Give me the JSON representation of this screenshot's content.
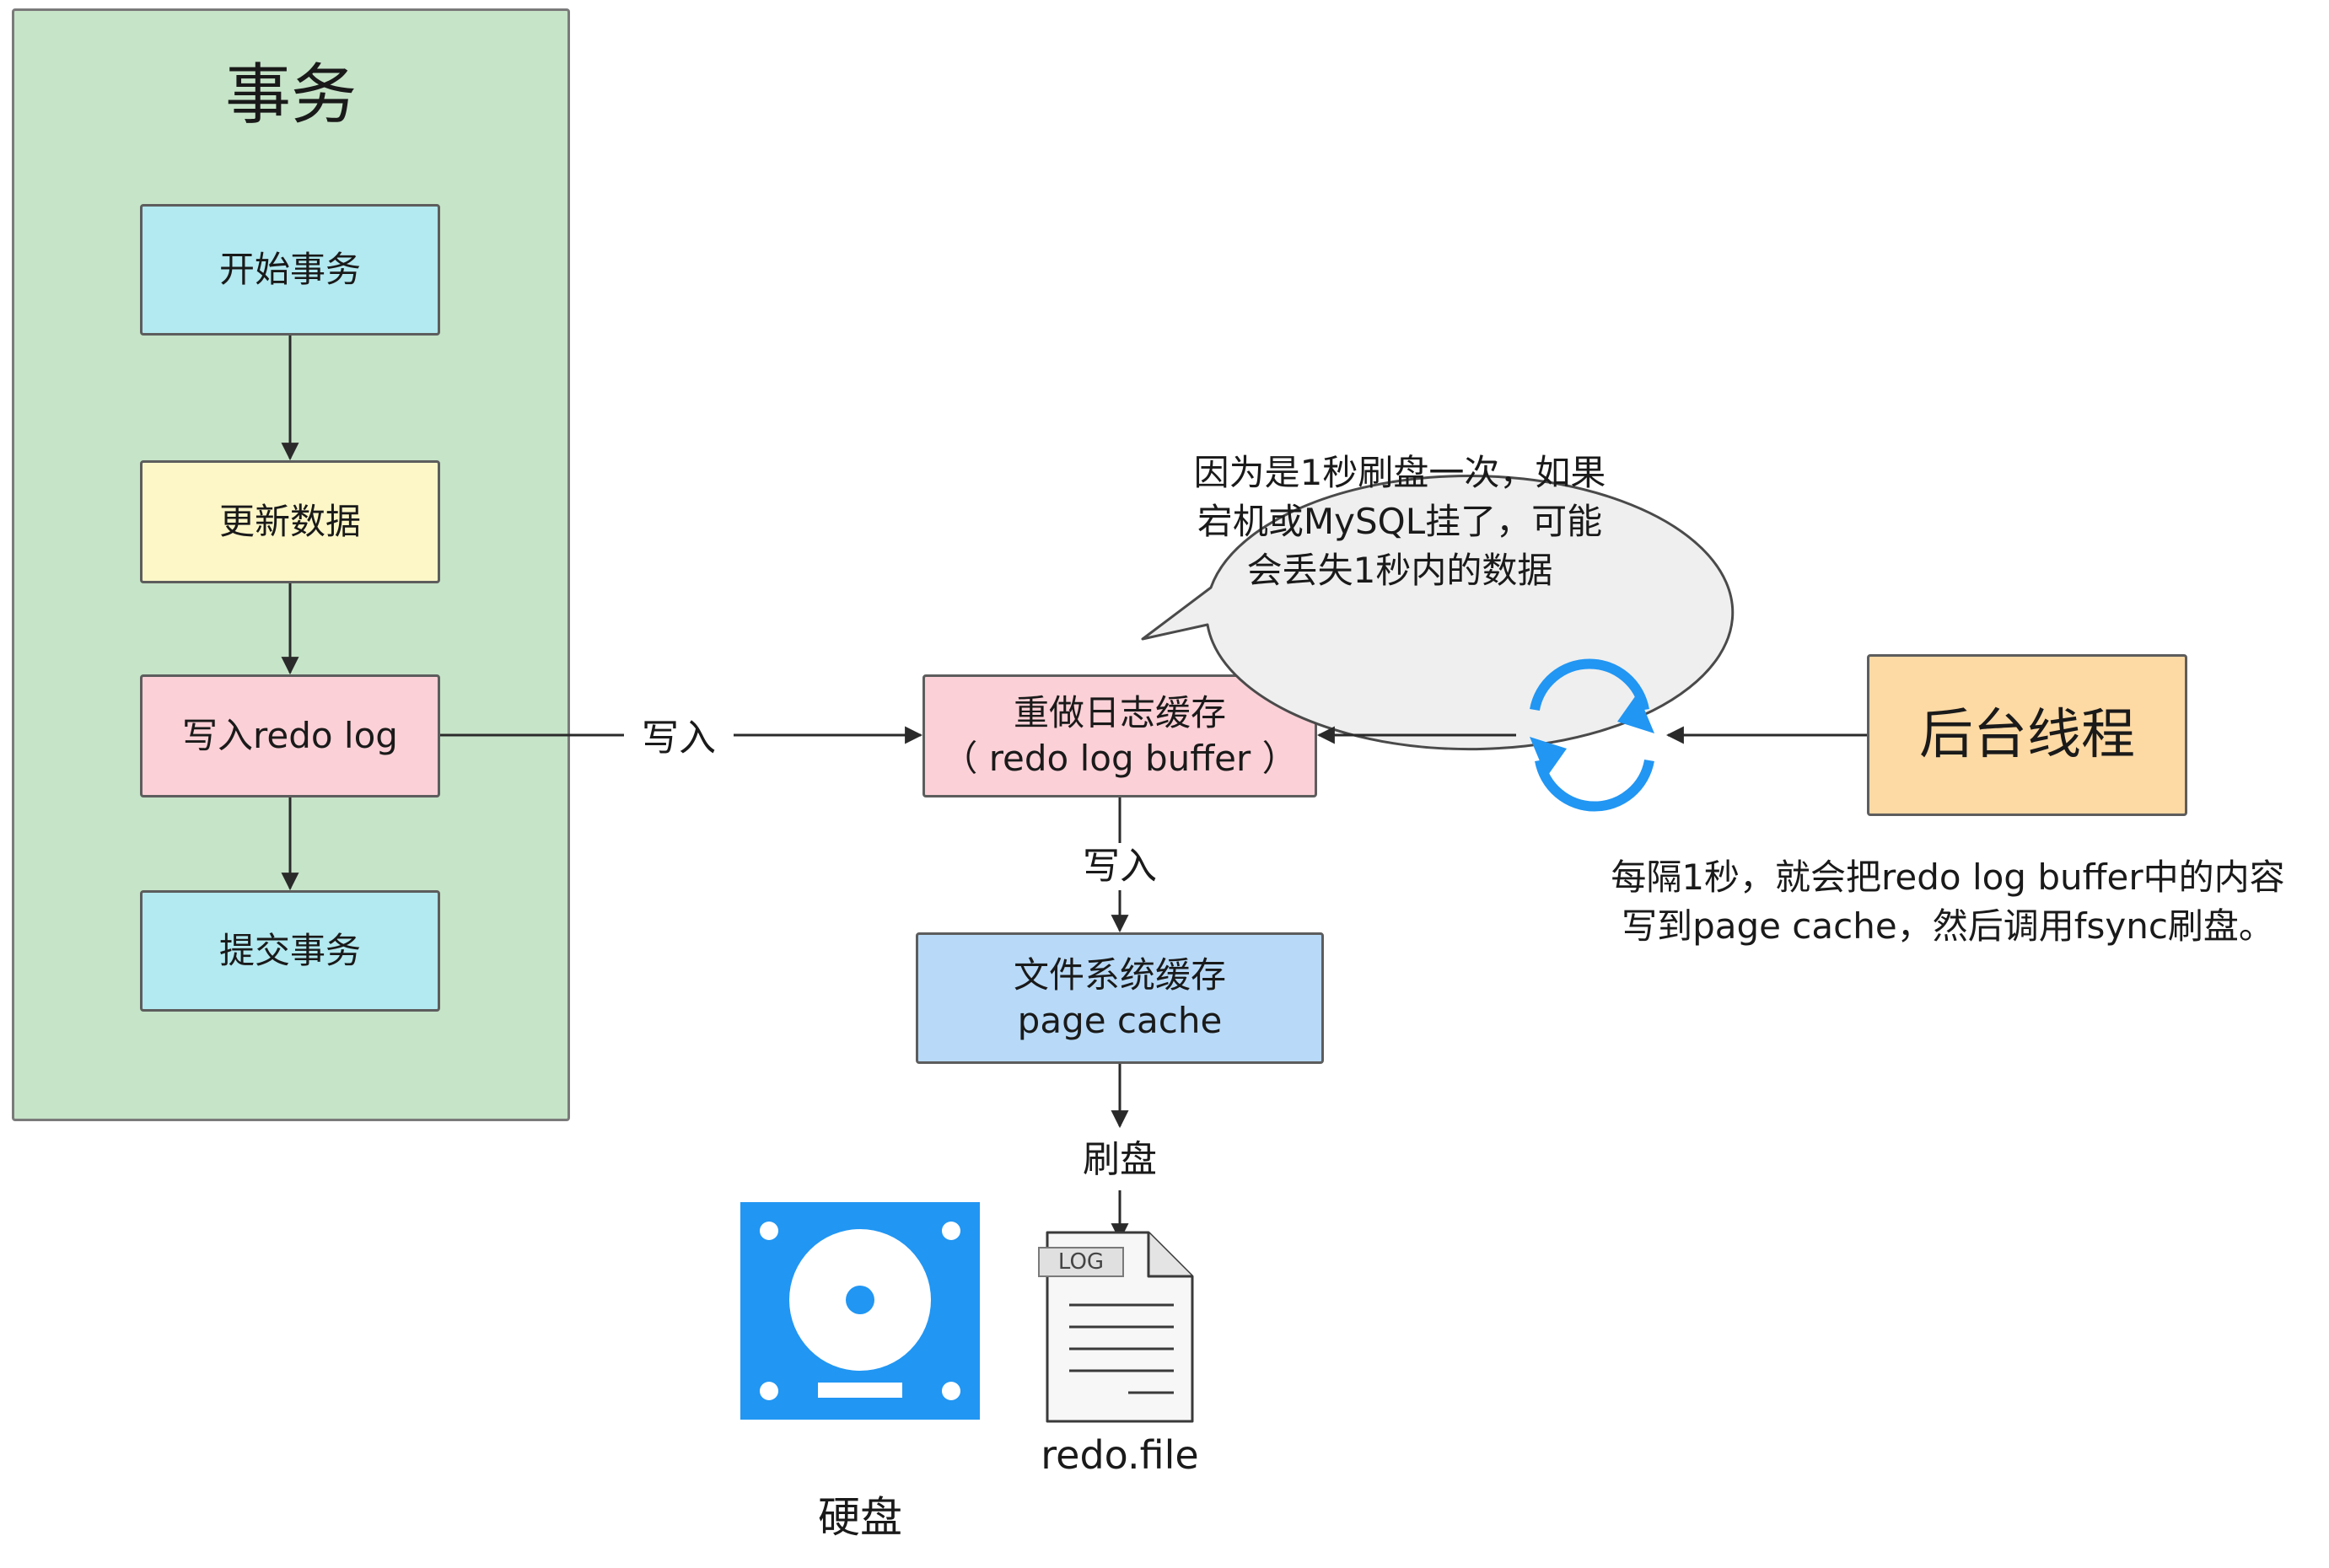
{
  "transaction": {
    "title": "事务",
    "steps": [
      "开始事务",
      "更新数据",
      "写入redo log",
      "提交事务"
    ]
  },
  "buffer": {
    "line1": "重做日志缓存",
    "line2": "（ redo log buffer ）"
  },
  "page_cache": {
    "line1": "文件系统缓存",
    "line2": "page cache"
  },
  "thread": {
    "label": "后台线程"
  },
  "speech": {
    "line1": "因为是1秒刷盘一次，如果",
    "line2": "宕机或MySQL挂了，可能",
    "line3": "会丢失1秒内的数据"
  },
  "edges": {
    "write_main": "写入",
    "write_down": "写入",
    "flush": "刷盘"
  },
  "note": {
    "line1": "每隔1秒，就会把redo log buffer中的内容",
    "line2": "写到page cache，然后调用fsync刷盘。"
  },
  "disk": {
    "label": "硬盘",
    "icon": "hard-disk-icon"
  },
  "file": {
    "label": "redo.file",
    "tag": "LOG",
    "icon": "log-file-icon"
  },
  "colors": {
    "panel": "#c6e4c8",
    "cyan_box": "#b3e9f0",
    "yellow_box": "#fdf7c8",
    "pink_box": "#fbd0d6",
    "blue_box": "#b8daf8",
    "orange_box": "#fdd9a4",
    "disk_blue": "#2196f3",
    "refresh_blue": "#2196f3"
  }
}
